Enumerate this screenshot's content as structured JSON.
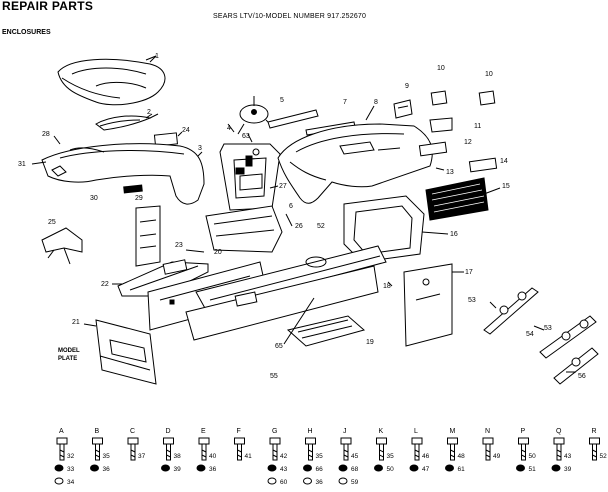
{
  "header": {
    "title": "REPAIR PARTS",
    "model_line": "SEARS LTV/10-MODEL NUMBER 917.252670",
    "section": "ENCLOSURES"
  },
  "callouts": {
    "c1": "1",
    "c2": "2",
    "c3": "3",
    "c4": "4",
    "c5": "5",
    "c6": "6",
    "c7": "7",
    "c8": "8",
    "c9": "9",
    "c10a": "10",
    "c10b": "10",
    "c11": "11",
    "c12": "12",
    "c13": "13",
    "c14": "14",
    "c15": "15",
    "c16": "16",
    "c17": "17",
    "c18": "18",
    "c19": "19",
    "c20": "20",
    "c21": "21",
    "c22": "22",
    "c23": "23",
    "c24": "24",
    "c25": "25",
    "c26": "26",
    "c27": "27",
    "c28": "28",
    "c29": "29",
    "c30": "30",
    "c31": "31",
    "c52": "52",
    "c53a": "53",
    "c53b": "53",
    "c54": "54",
    "c55": "55",
    "c56": "56",
    "c63": "63",
    "c65": "65"
  },
  "model_plate": {
    "line1": "MODEL",
    "line2": "PLATE"
  },
  "hardware": [
    {
      "letter": "A",
      "nums": [
        "32",
        "33",
        "34"
      ]
    },
    {
      "letter": "B",
      "nums": [
        "35",
        "36"
      ]
    },
    {
      "letter": "C",
      "nums": [
        "37"
      ]
    },
    {
      "letter": "D",
      "nums": [
        "38",
        "39"
      ]
    },
    {
      "letter": "E",
      "nums": [
        "40",
        "36"
      ]
    },
    {
      "letter": "F",
      "nums": [
        "41"
      ]
    },
    {
      "letter": "G",
      "nums": [
        "42",
        "43",
        "60"
      ]
    },
    {
      "letter": "H",
      "nums": [
        "35",
        "66",
        "36"
      ]
    },
    {
      "letter": "J",
      "nums": [
        "45",
        "68",
        "59"
      ]
    },
    {
      "letter": "K",
      "nums": [
        "35",
        "50"
      ]
    },
    {
      "letter": "L",
      "nums": [
        "46",
        "47"
      ]
    },
    {
      "letter": "M",
      "nums": [
        "48",
        "61"
      ]
    },
    {
      "letter": "N",
      "nums": [
        "49"
      ]
    },
    {
      "letter": "P",
      "nums": [
        "50",
        "51"
      ]
    },
    {
      "letter": "Q",
      "nums": [
        "43",
        "39"
      ]
    },
    {
      "letter": "R",
      "nums": [
        "52"
      ]
    }
  ]
}
